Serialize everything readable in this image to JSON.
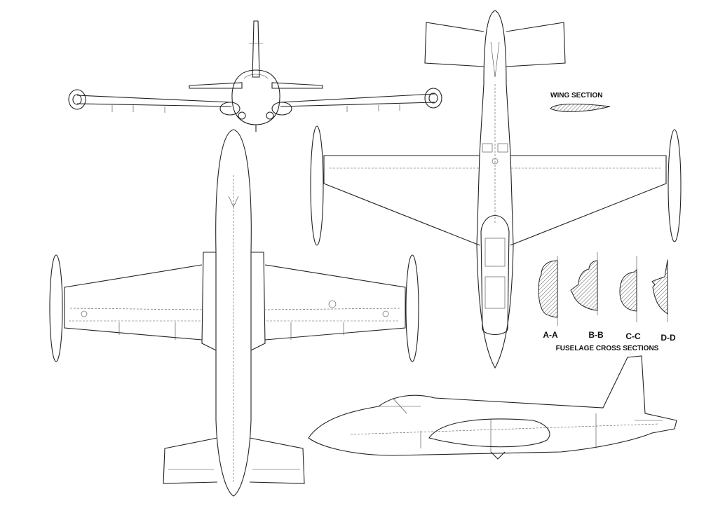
{
  "labels": {
    "wing_section": "WING SECTION",
    "cross_sections_title": "FUSELAGE CROSS SECTIONS",
    "sections": [
      "A-A",
      "B-B",
      "C-C",
      "D-D"
    ]
  },
  "colors": {
    "line": "#222222",
    "background": "#ffffff"
  }
}
